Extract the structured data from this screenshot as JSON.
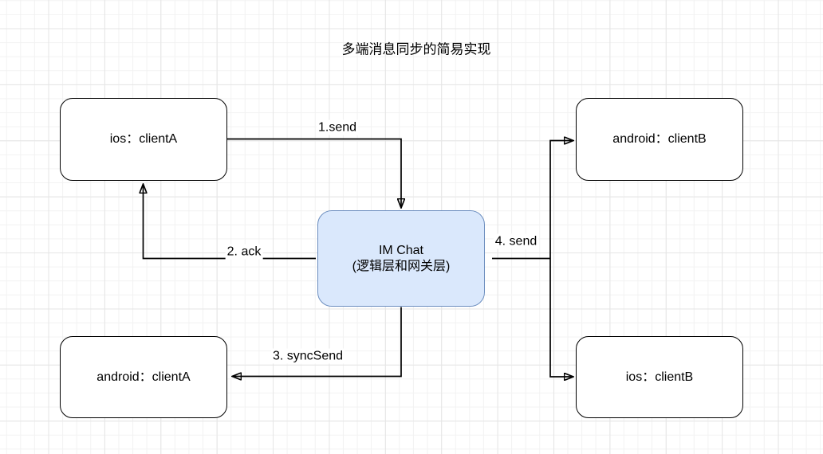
{
  "title": "多端消息同步的简易实现",
  "nodes": {
    "ios_client_a": {
      "label": "ios：clientA"
    },
    "android_client_b": {
      "label": "android：clientB"
    },
    "im_chat": {
      "line1": "IM Chat",
      "line2": "(逻辑层和网关层)"
    },
    "android_client_a": {
      "label": "android：clientA"
    },
    "ios_client_b": {
      "label": "ios：clientB"
    }
  },
  "edges": {
    "send1": {
      "label": "1.send",
      "from": "ios_client_a",
      "to": "im_chat"
    },
    "ack2": {
      "label": "2. ack",
      "from": "im_chat",
      "to": "ios_client_a"
    },
    "sync_send3": {
      "label": "3. syncSend",
      "from": "im_chat",
      "to": "android_client_a"
    },
    "send4": {
      "label": "4. send",
      "from": "im_chat",
      "to": "android_client_b, ios_client_b"
    }
  },
  "colors": {
    "node_fill": "#ffffff",
    "node_stroke": "#000000",
    "im_chat_fill": "#dae8fc",
    "im_chat_stroke": "#6c8ebf",
    "edge_stroke": "#000000",
    "grid_minor": "#f2f2f2",
    "grid_major": "#e5e5e5",
    "text": "#000000"
  }
}
